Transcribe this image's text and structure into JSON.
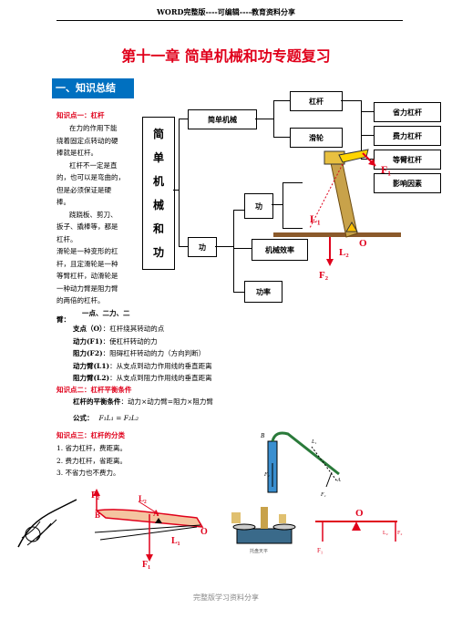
{
  "header": "WORD完整版----可编辑----教育资料分享",
  "title": "第十一章 简单机械和功专题复习",
  "section1": "一、知识总结",
  "kp1": {
    "title": "知识点一：杠杆",
    "p1": [
      "在力的作用下能",
      "绕着固定点转动的硬",
      "棒就是杠杆。"
    ],
    "p2": [
      "杠杆不一定是直",
      "的，也可以是弯曲的，",
      "但是必须保证是硬",
      "棒。"
    ],
    "p3": [
      "跷跷板、剪刀、",
      "扳子、撬棒等，都是",
      "杠杆。"
    ],
    "p4": [
      "滑轮是一种变形的杠",
      "杆，且定滑轮是一种",
      "等臂杠杆，动滑轮是",
      "一种动力臂是阻力臂",
      "的两倍的杠杆。"
    ],
    "p5": "一点、二力、二",
    "p5b": "臂："
  },
  "defs": [
    {
      "term": "支点（O）",
      "desc": "：杠杆绕其转动的点"
    },
    {
      "term": "动力(F1)",
      "desc": "：使杠杆转动的力"
    },
    {
      "term": "阻力(F2)",
      "desc": "：阻碍杠杆转动的力（方向判断）"
    },
    {
      "term": "动力臂(L1)",
      "desc": "：从支点到动力作用线的垂直距离"
    },
    {
      "term": "阻力臂(L2)",
      "desc": "：从支点到阻力作用线的垂直距离"
    }
  ],
  "kp2": {
    "title": "知识点二：杠杆平衡条件",
    "cond_term": "杠杆的平衡条件",
    "cond_desc": "：动力×动力臂=阻力×阻力臂",
    "formula_term": "公式：",
    "formula": "F₁L₁ = F₂L₂"
  },
  "kp3": {
    "title": "知识点三：杠杆的分类",
    "items": [
      "1. 省力杠杆，费距离。",
      "2. 费力杠杆，省距离。",
      "3. 不省力也不费力。"
    ]
  },
  "tree": {
    "root": [
      "简",
      "单",
      "机",
      "械",
      "和",
      "功"
    ],
    "simple_machine": "简单机械",
    "lever": "杠杆",
    "pulley": "滑轮",
    "work_node": "功",
    "work": "功",
    "efficiency": "机械效率",
    "power": "功率",
    "lever_types": [
      "省力杠杆",
      "费力杠杆",
      "等臂杠杆"
    ],
    "factors": "影响因素"
  },
  "labels": {
    "F1": "F₁",
    "F2": "F₂",
    "L1": "L₁",
    "L2": "L₂",
    "O": "O",
    "B": "B",
    "A": "A",
    "scale_caption": "托盘天平",
    "small_F1": "F₁",
    "small_F2": "F₂",
    "small_L1": "L₁",
    "small_L2": "L₂",
    "small_A": "A",
    "small_B": "B"
  },
  "footer": "完整版学习资料分享",
  "colors": {
    "accent_red": "#e0001b",
    "badge_blue": "#0070c0"
  }
}
